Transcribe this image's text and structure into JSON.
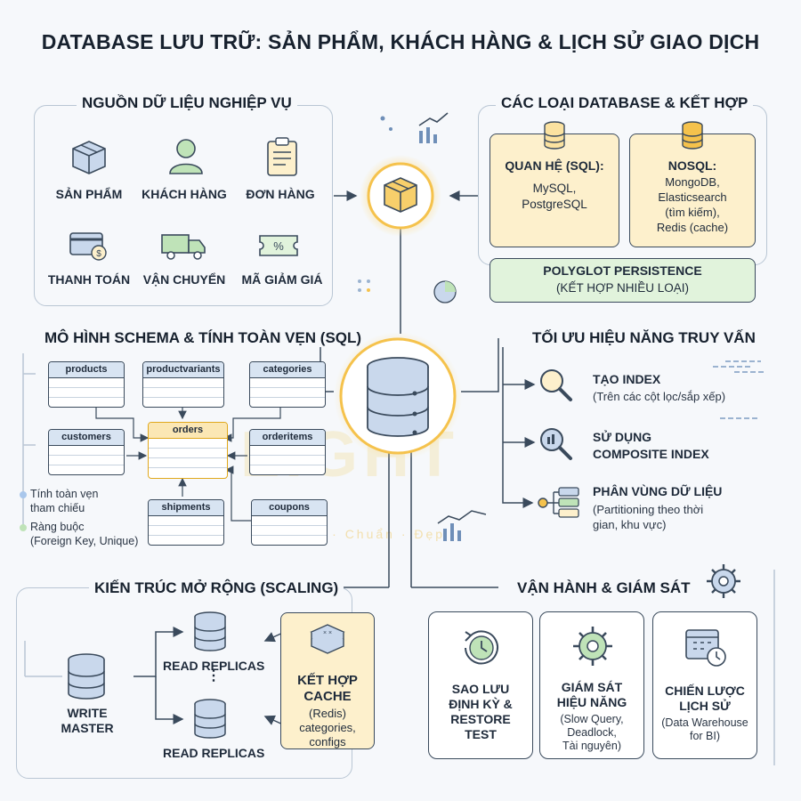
{
  "title": "DATABASE LƯU TRỮ: SẢN PHẨM, KHÁCH HÀNG & LỊCH SỬ GIAO DỊCH",
  "watermark": {
    "main": "LIGHT",
    "sub": "Nhanh · Chuẩn · Đẹp"
  },
  "sources": {
    "heading": "NGUỒN DỮ LIỆU NGHIỆP VỤ",
    "items": [
      {
        "label": "SẢN PHẨM",
        "icon": "box-icon"
      },
      {
        "label": "KHÁCH HÀNG",
        "icon": "user-icon"
      },
      {
        "label": "ĐƠN HÀNG",
        "icon": "clipboard-icon"
      },
      {
        "label": "THANH TOÁN",
        "icon": "credit-card-icon"
      },
      {
        "label": "VẬN CHUYỂN",
        "icon": "truck-icon"
      },
      {
        "label": "MÃ GIẢM GIÁ",
        "icon": "coupon-icon"
      }
    ]
  },
  "db_types": {
    "heading": "CÁC LOẠI DATABASE & KẾT HỢP",
    "sql": {
      "title": "QUAN HỆ (SQL):",
      "body": "MySQL,\nPostgreSQL"
    },
    "nosql": {
      "title": "NOSQL:",
      "body": "MongoDB,\nElasticsearch\n(tìm kiếm),\nRedis (cache)"
    },
    "polyglot": {
      "title": "POLYGLOT PERSISTENCE",
      "sub": "(KẾT HỢP NHIỀU LOẠI)"
    }
  },
  "schema": {
    "heading": "MÔ HÌNH SCHEMA & TÍNH TOÀN VẸN (SQL)",
    "tables": [
      "products",
      "productvariants",
      "categories",
      "customers",
      "orders",
      "orderitems",
      "shipments",
      "coupons"
    ],
    "legend": [
      {
        "text": "Tính toàn vẹn\ntham chiếu",
        "color": "#a9c7ec"
      },
      {
        "text": "Ràng buộc\n(Foreign Key, Unique)",
        "color": "#bfe3b8"
      }
    ]
  },
  "optimize": {
    "heading": "TỐI ƯU HIỆU NĂNG TRUY VẤN",
    "items": [
      {
        "title": "TẠO INDEX",
        "sub": "(Trên các cột lọc/sắp xếp)"
      },
      {
        "title": "SỬ DỤNG\nCOMPOSITE INDEX",
        "sub": ""
      },
      {
        "title": "PHÂN VÙNG DỮ LIỆU",
        "sub": "(Partitioning theo thời\ngian, khu vực)"
      }
    ]
  },
  "scaling": {
    "heading": "KIẾN TRÚC MỞ RỘNG (SCALING)",
    "master": "WRITE\nMASTER",
    "replica_top": "READ REPLICAS",
    "replica_bottom": "READ REPLICAS",
    "cache": {
      "title": "KẾT HỢP\nCACHE",
      "body": "(Redis)\ncategories,\nconfigs"
    }
  },
  "operations": {
    "heading": "VẬN HÀNH & GIÁM SÁT",
    "cards": [
      {
        "title": "SAO LƯU\nĐỊNH KỲ &\nRESTORE\nTEST",
        "sub": ""
      },
      {
        "title": "GIÁM SÁT\nHIỆU NĂNG",
        "sub": "(Slow Query,\nDeadlock,\nTài nguyên)"
      },
      {
        "title": "CHIẾN LƯỢC\nLỊCH SỬ",
        "sub": "(Data Warehouse\nfor BI)"
      }
    ]
  },
  "colors": {
    "accent_yellow": "#f5c24c",
    "db_blue": "#c9d8ec",
    "sql_card": "#fdf0cc",
    "polyglot_card": "#e1f3dc",
    "line": "#3a4a5c"
  }
}
